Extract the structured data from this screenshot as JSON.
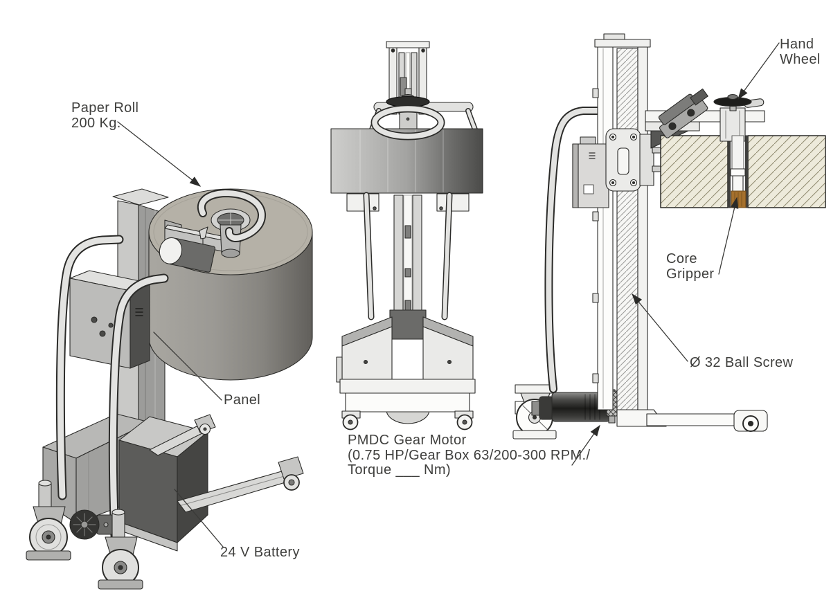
{
  "diagram": {
    "subject": "paper-roll-lifter-technical-drawing",
    "views": [
      "isometric-view",
      "front-view",
      "side-view"
    ]
  },
  "labels": {
    "paper_roll": [
      "Paper Roll",
      "200 Kg."
    ],
    "panel": [
      "Panel"
    ],
    "battery": [
      "24 V Battery"
    ],
    "gear_motor": [
      "PMDC Gear Motor",
      "(0.75 HP/Gear Box 63/200-300 RPM./",
      "Torque ___ Nm)"
    ],
    "hand_wheel": [
      "Hand",
      "Wheel"
    ],
    "core_gripper": [
      "Core",
      "Gripper"
    ],
    "ball_screw": [
      "Ø 32 Ball Screw"
    ]
  },
  "colors": {
    "outline": "#2b2b29",
    "label_text": "#3f3f3d",
    "section_fill": "#edeadb",
    "section_hatch_line": "#908a70",
    "core_wood": "#a5702c",
    "dark_metal": "#565654",
    "light_metal": "#d9d9d7"
  }
}
